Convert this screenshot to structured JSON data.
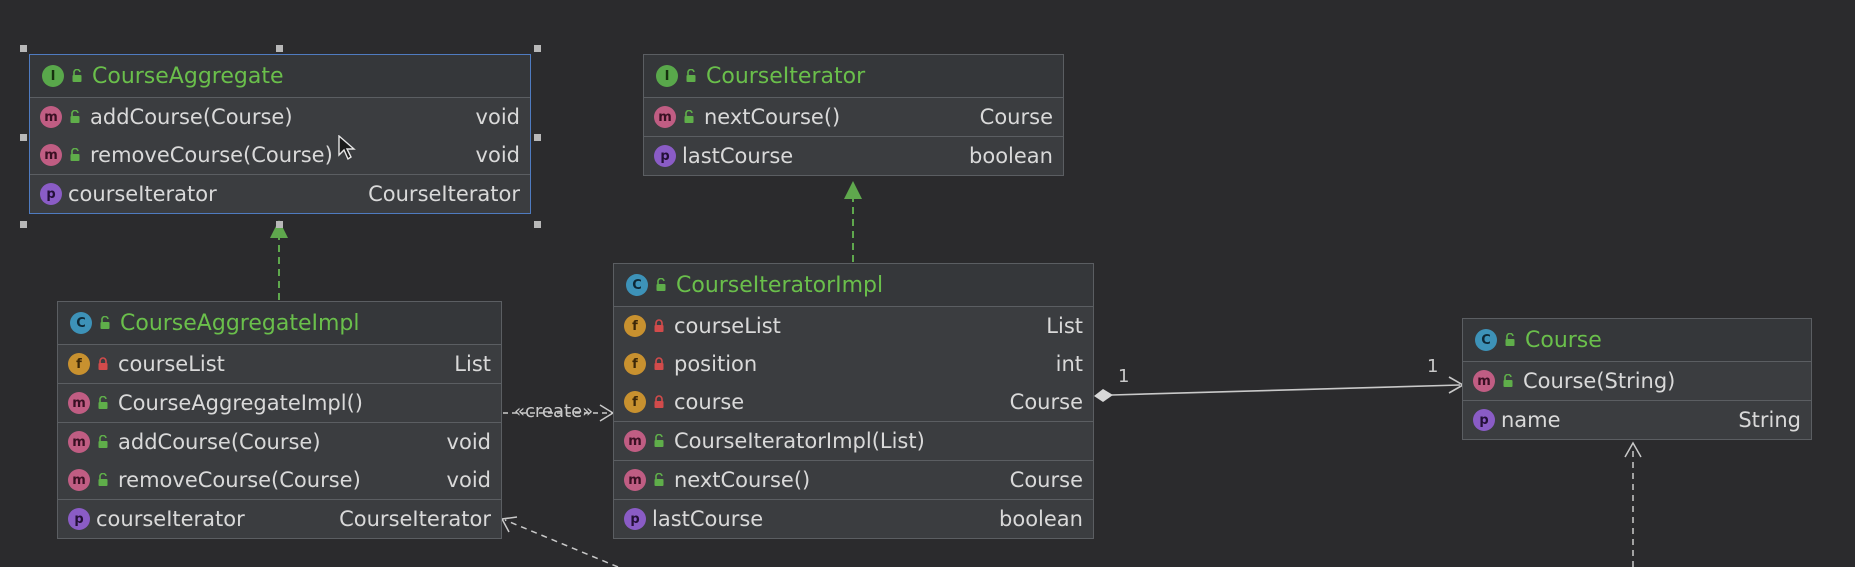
{
  "diagram": {
    "classes": [
      {
        "id": "course-aggregate",
        "kind": "I",
        "name": "CourseAggregate",
        "selected": true,
        "sections": [
          [
            {
              "badge": "m",
              "vis": "public",
              "name": "addCourse(Course)",
              "type": "void"
            },
            {
              "badge": "m",
              "vis": "public",
              "name": "removeCourse(Course)",
              "type": "void"
            }
          ],
          [
            {
              "badge": "p",
              "vis": "none",
              "name": "courseIterator",
              "type": "CourseIterator"
            }
          ]
        ]
      },
      {
        "id": "course-iterator",
        "kind": "I",
        "name": "CourseIterator",
        "selected": false,
        "sections": [
          [
            {
              "badge": "m",
              "vis": "public",
              "name": "nextCourse()",
              "type": "Course"
            }
          ],
          [
            {
              "badge": "p",
              "vis": "none",
              "name": "lastCourse",
              "type": "boolean"
            }
          ]
        ]
      },
      {
        "id": "course-aggregate-impl",
        "kind": "C",
        "name": "CourseAggregateImpl",
        "selected": false,
        "sections": [
          [
            {
              "badge": "f",
              "vis": "private",
              "name": "courseList",
              "type": "List"
            }
          ],
          [
            {
              "badge": "m",
              "vis": "public",
              "name": "CourseAggregateImpl()",
              "type": ""
            }
          ],
          [
            {
              "badge": "m",
              "vis": "public",
              "name": "addCourse(Course)",
              "type": "void"
            },
            {
              "badge": "m",
              "vis": "public",
              "name": "removeCourse(Course)",
              "type": "void"
            }
          ],
          [
            {
              "badge": "p",
              "vis": "none",
              "name": "courseIterator",
              "type": "CourseIterator"
            }
          ]
        ]
      },
      {
        "id": "course-iterator-impl",
        "kind": "C",
        "name": "CourseIteratorImpl",
        "selected": false,
        "sections": [
          [
            {
              "badge": "f",
              "vis": "private",
              "name": "courseList",
              "type": "List"
            },
            {
              "badge": "f",
              "vis": "private",
              "name": "position",
              "type": "int"
            },
            {
              "badge": "f",
              "vis": "private",
              "name": "course",
              "type": "Course"
            }
          ],
          [
            {
              "badge": "m",
              "vis": "public",
              "name": "CourseIteratorImpl(List)",
              "type": ""
            }
          ],
          [
            {
              "badge": "m",
              "vis": "public",
              "name": "nextCourse()",
              "type": "Course"
            }
          ],
          [
            {
              "badge": "p",
              "vis": "none",
              "name": "lastCourse",
              "type": "boolean"
            }
          ]
        ]
      },
      {
        "id": "course",
        "kind": "C",
        "name": "Course",
        "selected": false,
        "sections": [
          [
            {
              "badge": "m",
              "vis": "public",
              "name": "Course(String)",
              "type": ""
            }
          ],
          [
            {
              "badge": "p",
              "vis": "none",
              "name": "name",
              "type": "String"
            }
          ]
        ]
      }
    ],
    "edges": {
      "create_label": "«create»",
      "assoc_source_mult": "1",
      "assoc_target_mult": "1"
    },
    "colors": {
      "interface_name": "#6abf4b",
      "realization": "#5fa84d",
      "selection": "#4f7bc0"
    }
  }
}
